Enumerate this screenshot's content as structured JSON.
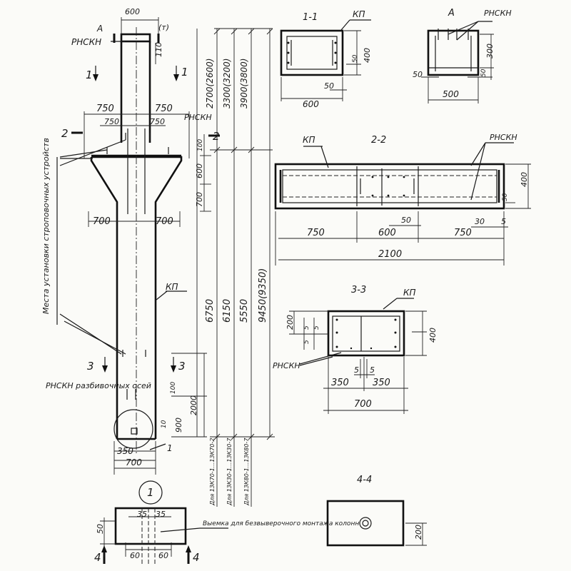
{
  "drawing": {
    "column_elevation": {
      "width_top": "600",
      "top_110": "110",
      "mark_rsn_top": "РНСКН",
      "cantilever_left": "750",
      "cantilever_right": "750",
      "cantilever_inner_left": "750",
      "cantilever_inner_right": "750",
      "rsn_cantilever": "РНСКН",
      "dim_100": "100",
      "dim_600": "600",
      "dim_700": "700",
      "bottom_left_700": "700",
      "bottom_right_700": "700",
      "kp_label": "КП",
      "side_note": "Места установки строповочных устройств",
      "bottom_rsn_label": "РНСКН разбивочных осей",
      "dim_2000": "2000",
      "dim_900": "900",
      "dim_10": "10",
      "dim_350": "350",
      "dim_base_700": "700",
      "callout_1": "1"
    },
    "vertical_dims": {
      "d1": "2700(2600)",
      "d2": "3300(3200)",
      "d3": "3900(3800)",
      "d4": "6750",
      "d5": "6150",
      "d6": "5550",
      "d7": "9450(9350)",
      "note1": "Для 1ЗК70-1...1ЗК70-2",
      "note2": "Для 1ЗК30-1...1ЗК30-7",
      "note3": "Для 1ЗК80-1...1ЗК80-7"
    },
    "sections": {
      "s11_title": "1-1",
      "s11_kp": "КП",
      "s11_400": "400",
      "s11_50a": "50",
      "s11_50b": "50",
      "s11_600": "600",
      "sA_title": "А",
      "sA_rsn": "РНСКН",
      "sA_300": "300",
      "sA_50a": "50",
      "sA_50b": "50",
      "sA_500": "500",
      "s22_title": "2-2",
      "s22_kp": "КП",
      "s22_rsn": "РНСКН",
      "s22_400": "400",
      "s22_50": "50",
      "s22_30": "30",
      "s22_5": "5",
      "s22_750a": "750",
      "s22_600": "600",
      "s22_750b": "750",
      "s22_2100": "2100",
      "s22_50b": "50",
      "s33_title": "3-3",
      "s33_kp": "КП",
      "s33_200": "200",
      "s33_400": "400",
      "s33_5a": "5",
      "s33_5b": "5",
      "s33_rsn": "РНСКН",
      "s33_5c": "5",
      "s33_5d": "5",
      "s33_350a": "350",
      "s33_350b": "350",
      "s33_700": "700",
      "s44_title": "4-4",
      "s44_200": "200"
    },
    "cut_marks": {
      "A": "А",
      "c1a": "1",
      "c1b": "1",
      "c2a": "2",
      "c2b": "2",
      "c3a": "3",
      "c3b": "3",
      "c4a": "4",
      "c4b": "4"
    },
    "detail1": {
      "number": "1",
      "d35a": "35",
      "d35b": "35",
      "d50": "50",
      "d60a": "60",
      "d60b": "60",
      "note": "Выемка для безвыверочного монтажа колонн"
    }
  }
}
